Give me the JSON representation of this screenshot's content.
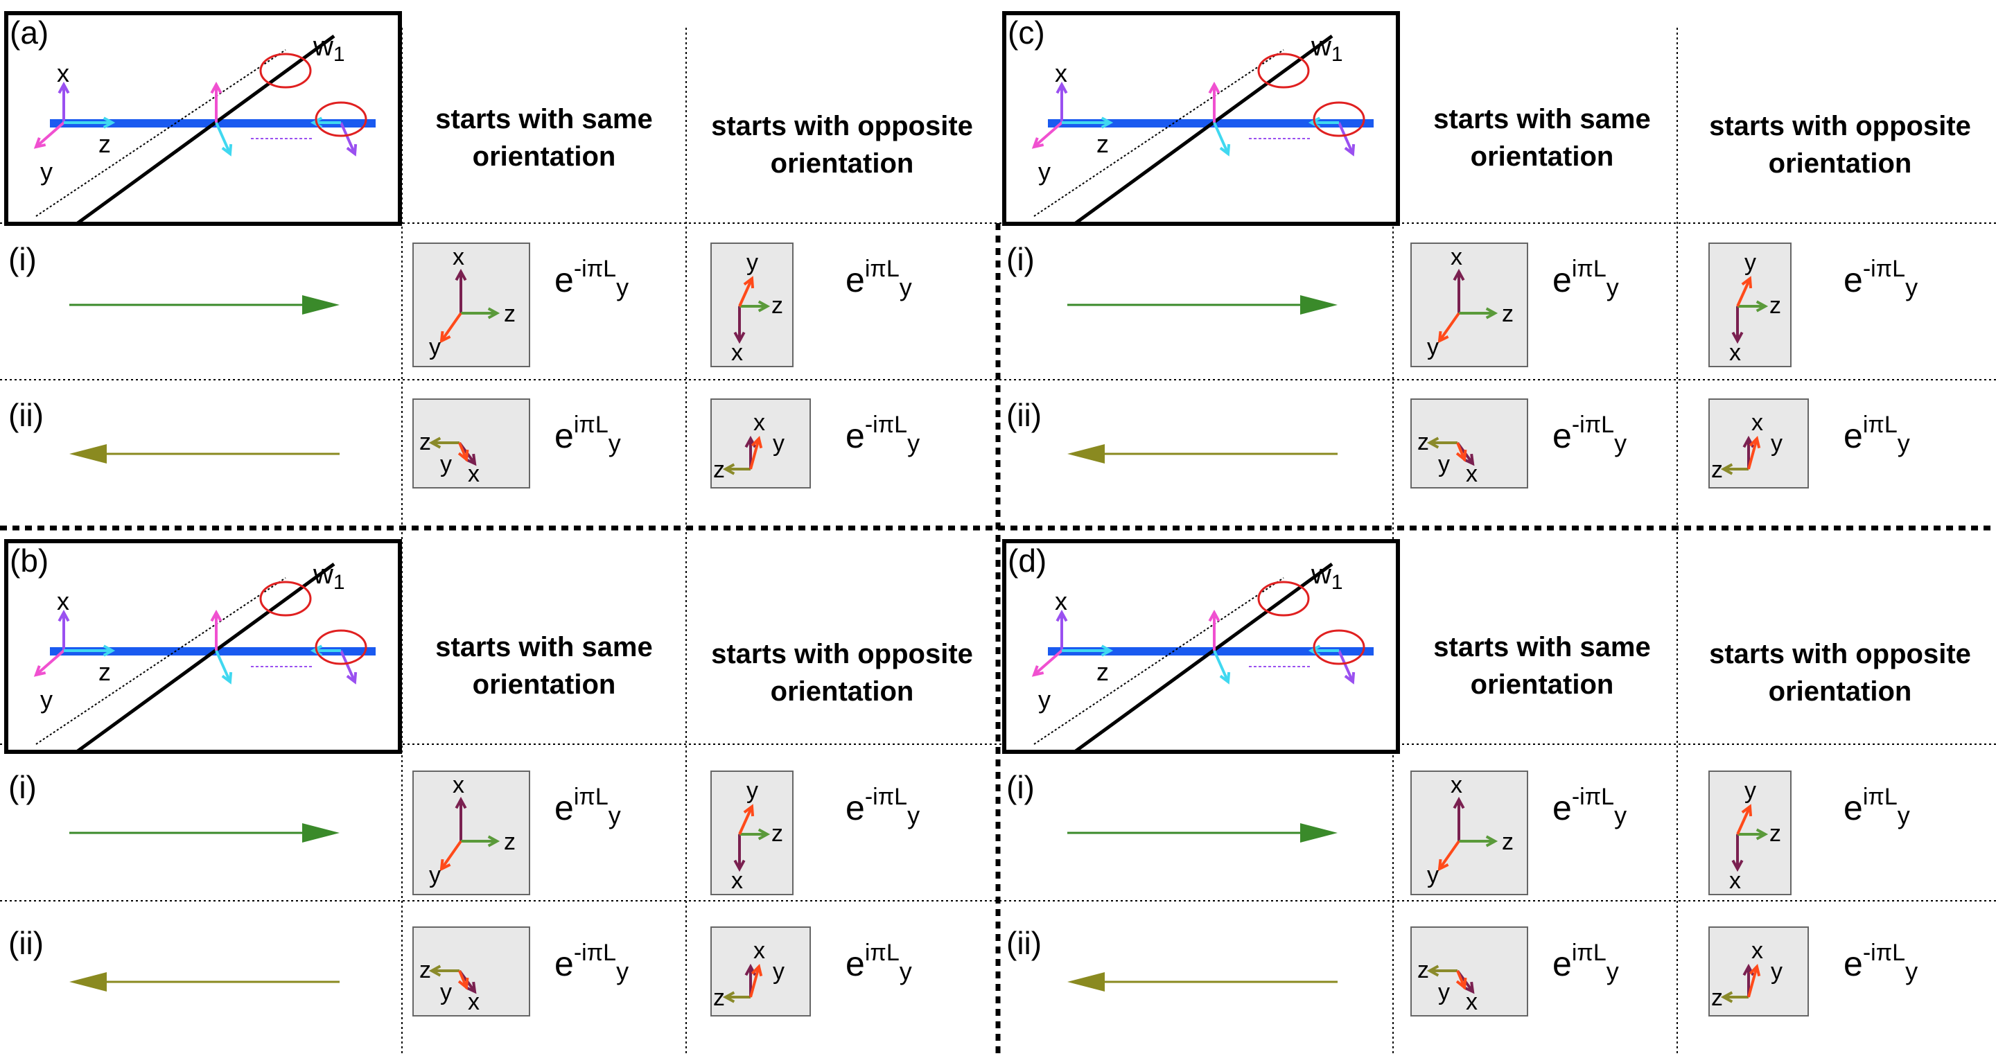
{
  "panels": [
    {
      "label": "(a)",
      "header_same": "starts with same orientation",
      "header_opposite": "starts with opposite orientation",
      "wire_label": "w",
      "wire_sub": "1",
      "axes": {
        "x": "x",
        "y": "y",
        "z": "z"
      },
      "rows": [
        {
          "label": "(i)",
          "direction": "right",
          "same": {
            "base": "e",
            "exp": "-iπL",
            "sub": "y"
          },
          "opposite": {
            "base": "e",
            "exp": "iπL",
            "sub": "y"
          }
        },
        {
          "label": "(ii)",
          "direction": "left",
          "same": {
            "base": "e",
            "exp": "iπL",
            "sub": "y"
          },
          "opposite": {
            "base": "e",
            "exp": "-iπL",
            "sub": "y"
          }
        }
      ]
    },
    {
      "label": "(b)",
      "header_same": "starts with same orientation",
      "header_opposite": "starts with opposite orientation",
      "wire_label": "w",
      "wire_sub": "1",
      "axes": {
        "x": "x",
        "y": "y",
        "z": "z"
      },
      "rows": [
        {
          "label": "(i)",
          "direction": "right",
          "same": {
            "base": "e",
            "exp": "iπL",
            "sub": "y"
          },
          "opposite": {
            "base": "e",
            "exp": "-iπL",
            "sub": "y"
          }
        },
        {
          "label": "(ii)",
          "direction": "left",
          "same": {
            "base": "e",
            "exp": "-iπL",
            "sub": "y"
          },
          "opposite": {
            "base": "e",
            "exp": "iπL",
            "sub": "y"
          }
        }
      ]
    },
    {
      "label": "(c)",
      "header_same": "starts with same orientation",
      "header_opposite": "starts with opposite orientation",
      "wire_label": "w",
      "wire_sub": "1",
      "axes": {
        "x": "x",
        "y": "y",
        "z": "z"
      },
      "rows": [
        {
          "label": "(i)",
          "direction": "right",
          "same": {
            "base": "e",
            "exp": "iπL",
            "sub": "y"
          },
          "opposite": {
            "base": "e",
            "exp": "-iπL",
            "sub": "y"
          }
        },
        {
          "label": "(ii)",
          "direction": "left",
          "same": {
            "base": "e",
            "exp": "-iπL",
            "sub": "y"
          },
          "opposite": {
            "base": "e",
            "exp": "iπL",
            "sub": "y"
          }
        }
      ]
    },
    {
      "label": "(d)",
      "header_same": "starts with same orientation",
      "header_opposite": "starts with opposite orientation",
      "wire_label": "w",
      "wire_sub": "1",
      "axes": {
        "x": "x",
        "y": "y",
        "z": "z"
      },
      "rows": [
        {
          "label": "(i)",
          "direction": "right",
          "same": {
            "base": "e",
            "exp": "-iπL",
            "sub": "y"
          },
          "opposite": {
            "base": "e",
            "exp": "iπL",
            "sub": "y"
          }
        },
        {
          "label": "(ii)",
          "direction": "left",
          "same": {
            "base": "e",
            "exp": "iπL",
            "sub": "y"
          },
          "opposite": {
            "base": "e",
            "exp": "-iπL",
            "sub": "y"
          }
        }
      ]
    }
  ],
  "colors": {
    "frame_x": "#7a2050",
    "frame_y": "#ff4a1a",
    "frame_z": "#5a9a3a",
    "frame_x_alt": "#8a8a2a",
    "arrow_right": "#3a8a2a",
    "arrow_left": "#8a8a20",
    "blue_bar": "#1a5af0",
    "cyan": "#40d8f0",
    "magenta": "#f050d0",
    "violet": "#9a50f0",
    "circle": "#e02020"
  }
}
